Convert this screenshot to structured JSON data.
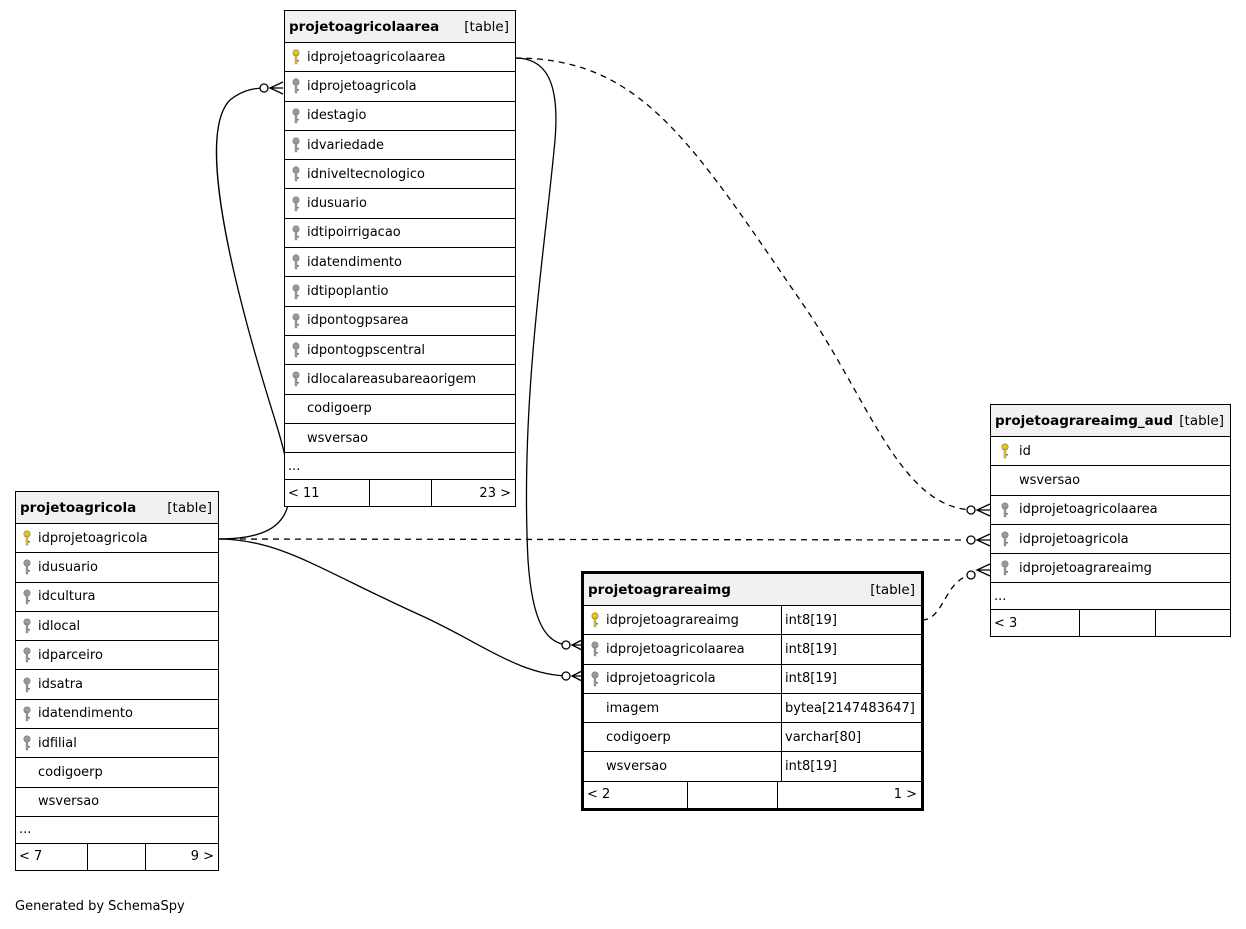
{
  "colors": {
    "primary_key": "#e8c800",
    "foreign_key": "#9a9a9a",
    "header_bg": "#f1f1f1"
  },
  "tables": {
    "projetoagricolaarea": {
      "name": "projetoagricolaarea",
      "tag": "[table]",
      "columns": [
        {
          "name": "idprojetoagricolaarea",
          "key": "pk"
        },
        {
          "name": "idprojetoagricola",
          "key": "fk"
        },
        {
          "name": "idestagio",
          "key": "fk"
        },
        {
          "name": "idvariedade",
          "key": "fk"
        },
        {
          "name": "idniveltecnologico",
          "key": "fk"
        },
        {
          "name": "idusuario",
          "key": "fk"
        },
        {
          "name": "idtipoirrigacao",
          "key": "fk"
        },
        {
          "name": "idatendimento",
          "key": "fk"
        },
        {
          "name": "idtipoplantio",
          "key": "fk"
        },
        {
          "name": "idpontogpsarea",
          "key": "fk"
        },
        {
          "name": "idpontogpscentral",
          "key": "fk"
        },
        {
          "name": "idlocalareasubareaorigem",
          "key": "fk"
        },
        {
          "name": "codigoerp",
          "key": ""
        },
        {
          "name": "wsversao",
          "key": ""
        }
      ],
      "more": "...",
      "nav_prev": "< 11",
      "nav_next": "23 >"
    },
    "projetoagricola": {
      "name": "projetoagricola",
      "tag": "[table]",
      "columns": [
        {
          "name": "idprojetoagricola",
          "key": "pk"
        },
        {
          "name": "idusuario",
          "key": "fk"
        },
        {
          "name": "idcultura",
          "key": "fk"
        },
        {
          "name": "idlocal",
          "key": "fk"
        },
        {
          "name": "idparceiro",
          "key": "fk"
        },
        {
          "name": "idsatra",
          "key": "fk"
        },
        {
          "name": "idatendimento",
          "key": "fk"
        },
        {
          "name": "idfilial",
          "key": "fk"
        },
        {
          "name": "codigoerp",
          "key": ""
        },
        {
          "name": "wsversao",
          "key": ""
        }
      ],
      "more": "...",
      "nav_prev": "< 7",
      "nav_next": "9 >"
    },
    "projetoagrareaimg": {
      "name": "projetoagrareaimg",
      "tag": "[table]",
      "columns": [
        {
          "name": "idprojetoagrareaimg",
          "key": "pk",
          "type": "int8[19]"
        },
        {
          "name": "idprojetoagricolaarea",
          "key": "fk",
          "type": "int8[19]"
        },
        {
          "name": "idprojetoagricola",
          "key": "fk",
          "type": "int8[19]"
        },
        {
          "name": "imagem",
          "key": "",
          "type": "bytea[2147483647]"
        },
        {
          "name": "codigoerp",
          "key": "",
          "type": "varchar[80]"
        },
        {
          "name": "wsversao",
          "key": "",
          "type": "int8[19]"
        }
      ],
      "nav_prev": "< 2",
      "nav_next": "1 >"
    },
    "projetoagrareaimg_aud": {
      "name": "projetoagrareaimg_aud",
      "tag": "[table]",
      "columns": [
        {
          "name": "id",
          "key": "pk"
        },
        {
          "name": "wsversao",
          "key": ""
        },
        {
          "name": "idprojetoagricolaarea",
          "key": "fk"
        },
        {
          "name": "idprojetoagricola",
          "key": "fk"
        },
        {
          "name": "idprojetoagrareaimg",
          "key": "fk"
        }
      ],
      "more": "...",
      "nav_prev": "< 3",
      "nav_next": ""
    }
  },
  "footer": "Generated by SchemaSpy"
}
